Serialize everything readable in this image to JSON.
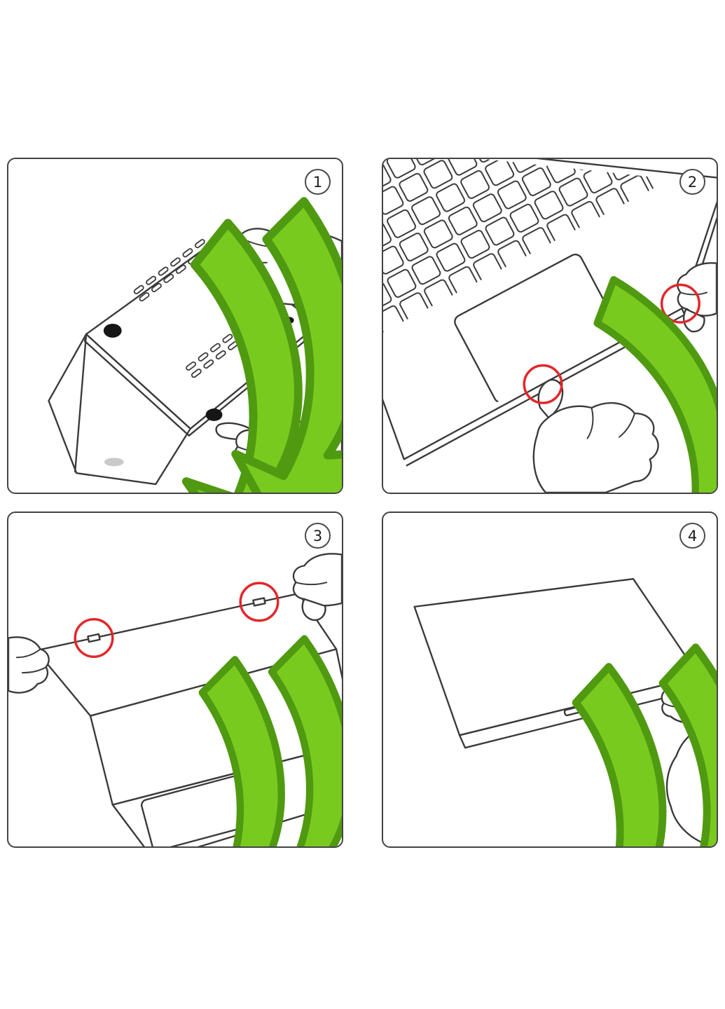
{
  "page": {
    "background": "#ffffff"
  },
  "colors": {
    "panel_border": "#434343",
    "outline": "#3a3a3a",
    "arrow_green": "#79ca1f",
    "arrow_green_dark": "#4f9a10",
    "highlight_red": "#e3262a",
    "foot_black": "#161616",
    "hinge_gray": "#c9c9c9"
  },
  "steps": [
    {
      "number": "1",
      "illustration": "press-hands-on-bottom-case"
    },
    {
      "number": "2",
      "illustration": "snap-clips-on-front-edge"
    },
    {
      "number": "3",
      "illustration": "hook-cover-clips-on-display"
    },
    {
      "number": "4",
      "illustration": "press-top-cover-down"
    }
  ]
}
